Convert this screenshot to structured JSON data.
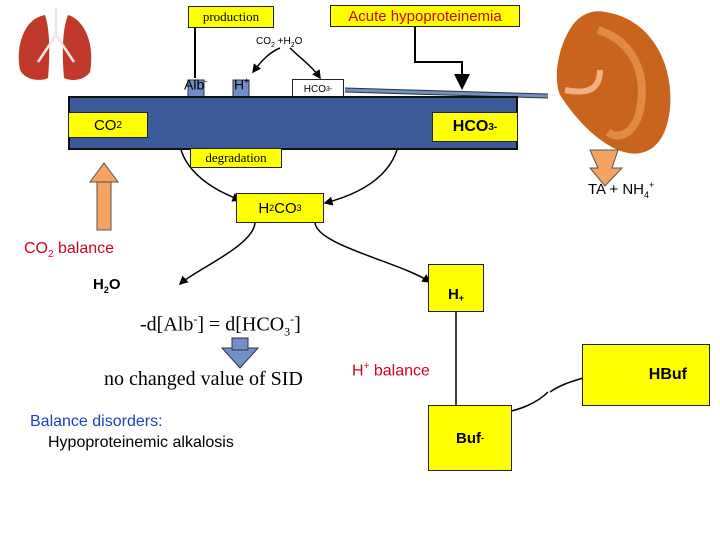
{
  "labels": {
    "production": "production",
    "acute": "Acute hypoproteinemia",
    "co2_h2o_top": {
      "a": "CO",
      "a_sub": "2",
      "b": " +H",
      "b_sub": "2",
      "c": "O"
    },
    "alb": "Alb",
    "alb_sup": "-",
    "h_plus": "H",
    "h_plus_sup": "+",
    "hco3_small": {
      "base": "HCO",
      "sub": "3",
      "sup": "-"
    },
    "co2": {
      "base": "CO",
      "sub": "2"
    },
    "hco3": {
      "base": "HCO",
      "sub": "3",
      "sup": "-"
    },
    "degradation": "degradation",
    "ta_nh4": {
      "base": "TA + NH",
      "sub": "4",
      "sup": "+"
    },
    "h2co3": {
      "a": "H",
      "a_sub": "2",
      "b": "CO",
      "b_sub": "3"
    },
    "co2_balance": {
      "a": "CO",
      "a_sub": "2",
      "b": " balance"
    },
    "h2o": {
      "a": "H",
      "a_sub": "2",
      "b": "O"
    },
    "h_box": {
      "base": "H",
      "sup": "+"
    },
    "equation": {
      "a": "-d[Alb",
      "a_sup": "-",
      "b": "] = d[HCO",
      "b_sub": "3",
      "b_sup": "-",
      "c": "]"
    },
    "sid": "no changed value of SID",
    "h_balance": {
      "a": "H",
      "a_sup": "+",
      "b": " balance"
    },
    "hbuf": "HBuf",
    "buf": {
      "base": "Buf",
      "sup": "-"
    },
    "disorders_title": "Balance disorders:",
    "disorders_item": "Hypoproteinemic alkalosis"
  },
  "colors": {
    "yellow": "#ffff00",
    "blue": "#3c5a99",
    "red": "#d0021b",
    "arrow_blue": "#6f8fc8",
    "arrow_orange": "#f4a460",
    "kidney": "#c8641e",
    "lung": "#c0392b"
  }
}
